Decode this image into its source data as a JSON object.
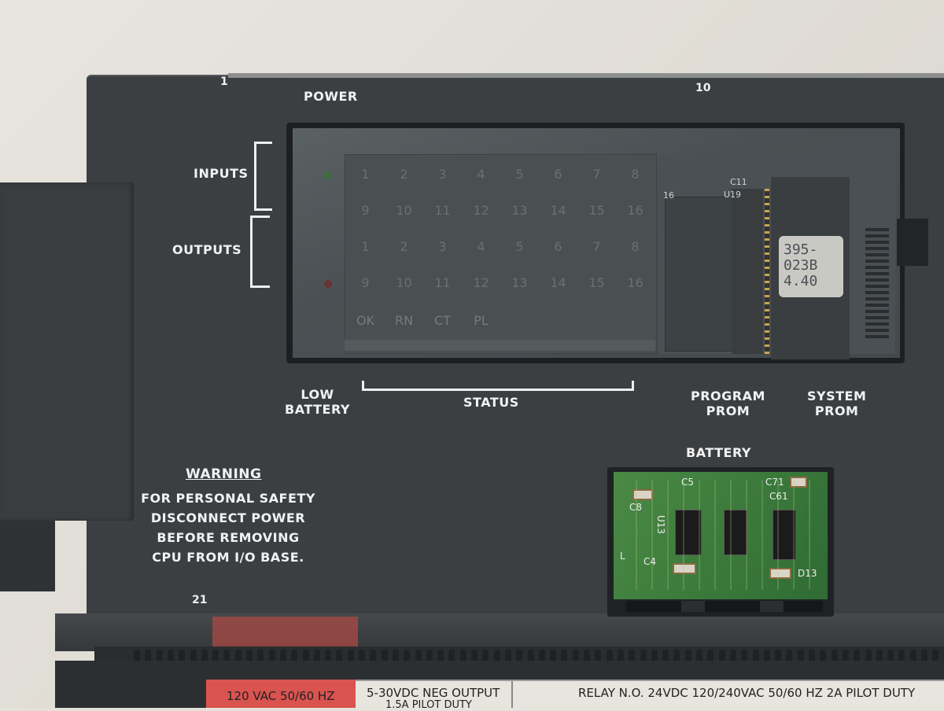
{
  "panel": {
    "num_top_left": "1",
    "num_top_right": "10",
    "num_bottom_left": "21",
    "power_label": "POWER",
    "inputs_label": "INPUTS",
    "outputs_label": "OUTPUTS",
    "low_battery_line1": "LOW",
    "low_battery_line2": "BATTERY",
    "status_label": "STATUS",
    "program_prom_line1": "PROGRAM",
    "program_prom_line2": "PROM",
    "system_prom_line1": "SYSTEM",
    "system_prom_line2": "PROM",
    "battery_label": "BATTERY",
    "warning_title": "WARNING",
    "warning_lines": [
      "FOR PERSONAL SAFETY",
      "DISCONNECT POWER",
      "BEFORE REMOVING",
      "CPU FROM I/O BASE."
    ]
  },
  "display": {
    "input_row1": [
      "1",
      "2",
      "3",
      "4",
      "5",
      "6",
      "7",
      "8"
    ],
    "input_row2": [
      "9",
      "10",
      "11",
      "12",
      "13",
      "14",
      "15",
      "16"
    ],
    "output_row1": [
      "1",
      "2",
      "3",
      "4",
      "5",
      "6",
      "7",
      "8"
    ],
    "output_row2": [
      "9",
      "10",
      "11",
      "12",
      "13",
      "14",
      "15",
      "16"
    ],
    "status_flags": [
      "OK",
      "RN",
      "CT",
      "PL"
    ],
    "chip_marking_u16": "16",
    "chip_marking_c11": "C11",
    "chip_marking_u19": "U19"
  },
  "prom_label": {
    "line1": "395-",
    "line2": "023B",
    "line3": "4.40"
  },
  "battery_board": {
    "c8": "C8",
    "u13": "U13",
    "c4": "C4",
    "c71": "C71",
    "c61": "C61",
    "c5": "C5",
    "l": "L",
    "d13": "D13"
  },
  "terminal_strip": {
    "ac_line1": "120 VAC 50/60 HZ",
    "dc_line1": "5-30VDC  NEG OUTPUT",
    "dc_line2": "1.5A PILOT DUTY",
    "relay_line1": "RELAY N.O.  24VDC  120/240VAC     50/60 HZ     2A PILOT DUTY"
  },
  "colors": {
    "housing": "#3b3e41",
    "silkscreen": "#f2f2f2",
    "lcd_bg": "#4a5052",
    "pcb": "#3c7a3a",
    "prom_sticker": "#c9c9c4",
    "red_strip": "#d9534f"
  }
}
